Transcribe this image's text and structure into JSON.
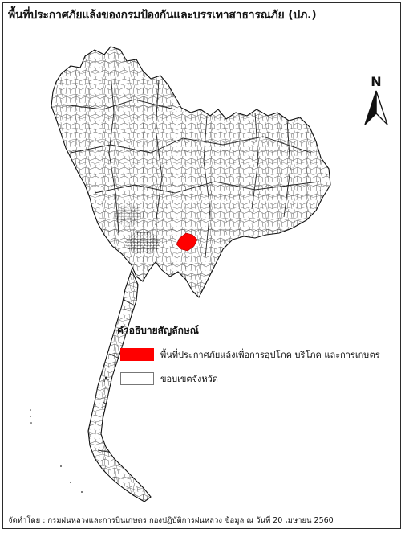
{
  "title": "พื้นที่ประกาศภัยแล้งของกรมป้องกันและบรรเทาสาธารณภัย (ปภ.)",
  "north_arrow": {
    "label": "N"
  },
  "legend": {
    "title": "คำอธิบายสัญลักษณ์",
    "items": [
      {
        "label": "พื้นที่ประกาศภัยแล้งเพื่อการอุปโภค บริโภค และการเกษตร",
        "color": "#ff0000"
      },
      {
        "label": "ขอบเขตจังหวัด",
        "color": "#ffffff"
      }
    ]
  },
  "footer": "จัดทำโดย : กรมฝนหลวงและการบินเกษตร กองปฏิบัติการฝนหลวง ข้อมูล ณ วันที่ 20 เมษายน 2560",
  "colors": {
    "drought_area": "#ff0000",
    "boundary": "#333333",
    "land": "#ffffff"
  }
}
